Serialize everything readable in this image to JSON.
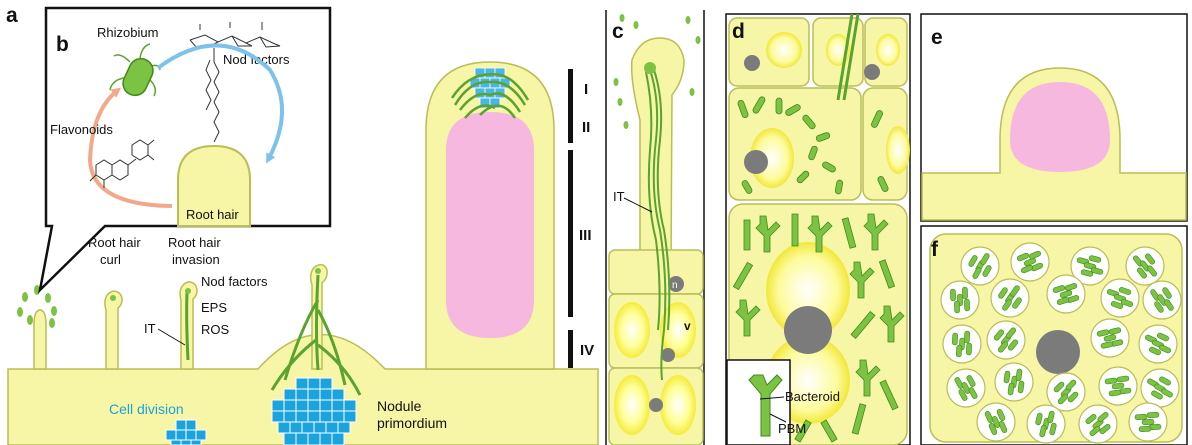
{
  "panels": {
    "a": "a",
    "b": "b",
    "c": "c",
    "d": "d",
    "e": "e",
    "f": "f"
  },
  "panel_b": {
    "rhizobium": "Rhizobium",
    "nod_factors": "Nod factors",
    "flavonoids": "Flavonoids",
    "root_hair": "Root hair"
  },
  "panel_a": {
    "root_hair_curl_1": "Root hair",
    "root_hair_curl_2": "curl",
    "root_hair_invasion_1": "Root hair",
    "root_hair_invasion_2": "invasion",
    "nod_factors": "Nod factors",
    "it": "IT",
    "eps": "EPS",
    "ros": "ROS",
    "cell_division": "Cell division",
    "nodule_1": "Nodule",
    "nodule_2": "primordium",
    "zones": [
      "I",
      "II",
      "III",
      "IV"
    ]
  },
  "panel_c": {
    "it": "IT",
    "n": "n",
    "v": "v"
  },
  "panel_d": {
    "bacteroid": "Bacteroid",
    "pbm": "PBM"
  },
  "colors": {
    "cell_fill": "#f7f5a6",
    "cell_stroke": "#b9be55",
    "bacteria": "#7cc243",
    "bacteria_stroke": "#3f8a1c",
    "pink": "#f7b8e0",
    "nucleus": "#7b7b7b",
    "blue": "#1aa3dc",
    "arrow_blue": "#7cc2ea",
    "arrow_orange": "#f2a98a"
  }
}
